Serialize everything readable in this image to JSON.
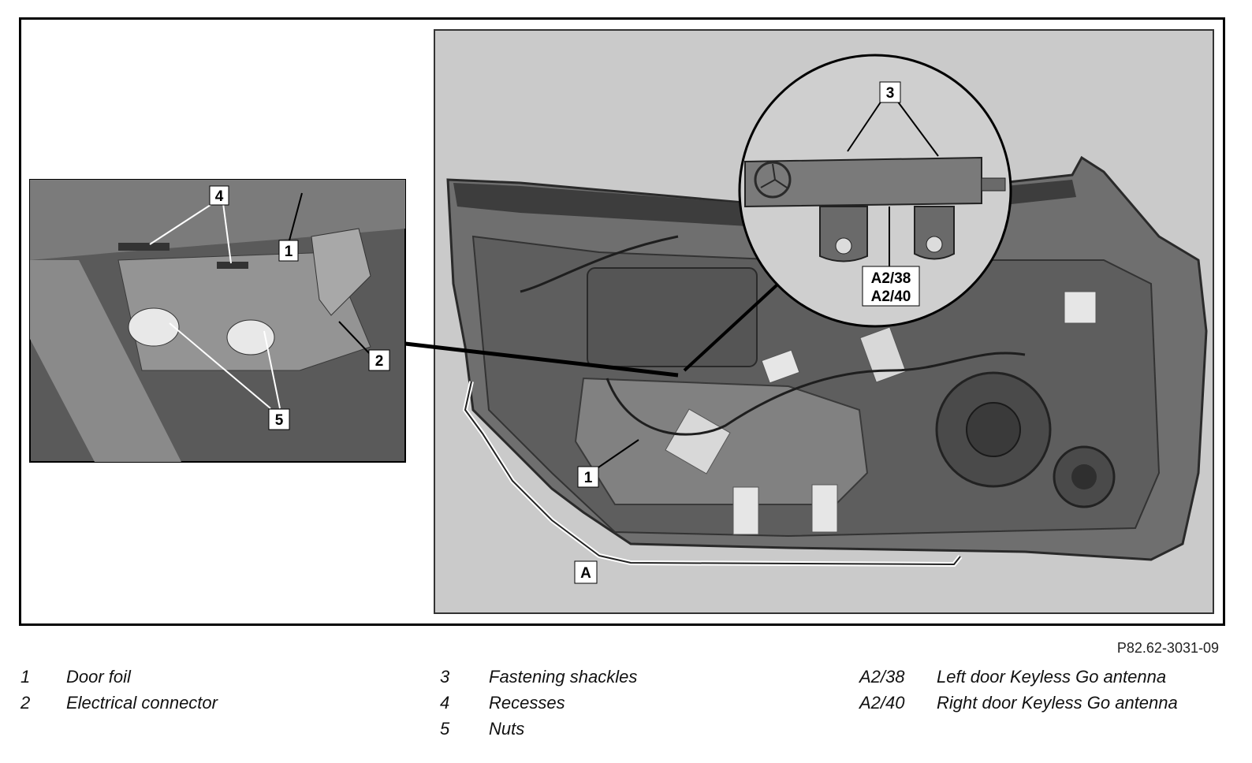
{
  "figure_id": "P82.62-3031-09",
  "callouts": {
    "inset": {
      "c4": "4",
      "c1": "1",
      "c2": "2",
      "c5": "5"
    },
    "main": {
      "c1": "1",
      "cA": "A"
    },
    "zoom": {
      "c3": "3",
      "a238": "A2/38",
      "a240": "A2/40"
    }
  },
  "legend": {
    "col1": [
      {
        "key": "1",
        "text": "Door foil"
      },
      {
        "key": "2",
        "text": "Electrical connector"
      }
    ],
    "col2": [
      {
        "key": "3",
        "text": "Fastening shackles"
      },
      {
        "key": "4",
        "text": "Recesses"
      },
      {
        "key": "5",
        "text": "Nuts"
      }
    ],
    "col3": [
      {
        "key": "A2/38",
        "text": "Left door Keyless Go antenna"
      },
      {
        "key": "A2/40",
        "text": "Right door Keyless Go antenna"
      }
    ]
  },
  "colors": {
    "frame": "#000000",
    "photo_bg": "#c9c9c9",
    "inset_bg": "#5a5a5a",
    "door_panel": "#6e6e6e"
  }
}
